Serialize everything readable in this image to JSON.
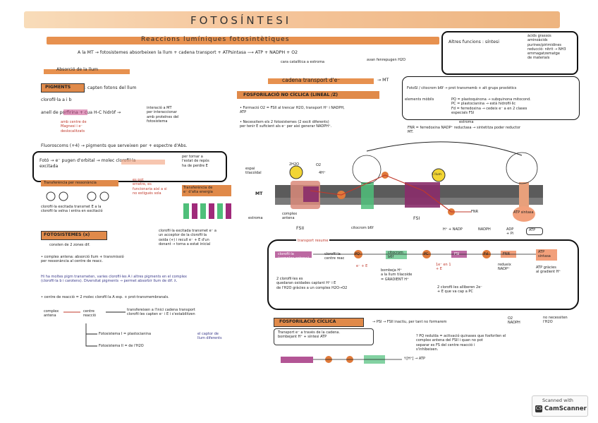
{
  "page": {
    "title": "FOTOSÍNTESI",
    "banner": "Reaccions lumíniques fotosintètiques",
    "intro": "A la MT → fotosistemes absorbeixen la llum + cadena transport + ATPsintasa ⟶ ATP + NADPH + O2",
    "intro_sub": "cara catalítica a estroma",
    "intro_sub2": "avan fenrepugen H2O"
  },
  "colors": {
    "orange": "#e08a4a",
    "pink": "#c8498a",
    "magenta": "#a02a7a",
    "salmon": "#f2a07b",
    "green": "#4fbf7a",
    "yellow": "#f2d534",
    "membrane": "#555555"
  },
  "left": {
    "absorcio_title": "Absorció de la llum",
    "pigments_label": "PIGMENTS",
    "pigments_def": ": capten fotons del llum",
    "clorofila": "clorofil·la a i b",
    "anell": "anell de porfirina + cua H-C hidròf →",
    "anell_sub": "amb centre de\nMagnesi i e⁻\ndeslocalitzats",
    "interaccio": "interació a MT\nper interaccionar\namb proteïnes del\nfotosistema",
    "fluoroscoms": "Fluoroscoms (+4) → pigments que serveixen per + espectre d'Abs.",
    "foto_box": "Fotó → e⁻ pugen d'orbital → molec clorofil·la\nexcitada",
    "foto_box2": "per tornar a\nl'estat de repòs\nha de perdre E",
    "es_pot": "es pot\nemetre, es\nfuncionaria així a si\nno estigués sola",
    "transf_resonancia": "Transferència per ressonància",
    "transf_resonancia_sub": "clorofil·la excitada transmet E a la\nclorofil·la veïna i entra en excitació",
    "transf_electro": "Transferència de\ne⁻ d'alta energia",
    "transf_electro_sub": "clorofil·la excitada transmet e⁻ a\nun acceptor de la clorofil·la\noxida (+) i recull e⁻ + E d'un\ndonant  → torna a estat inicial",
    "fotosistemes_title": "FOTOSISTEMES (x)",
    "fotosistemes_sub": "consten de 2 zones dif.",
    "complex_antena": "• complex antena: absorció llum + transmissió\n  per ressonància al centre de reacc.",
    "complex_detail": "Hi ha moltes pigm transmeten, varies clorofil·les A i altres pigments en el complex\n(clorofil·la b i carotens). Diversitat pigments → permet absorbir llum de dif. λ.",
    "centre_reaccio": "• centre de reacció = 2 molec clorofil·la A esp. + prot-transmembranals.",
    "complex_antena2": "complex\nantena",
    "centre_reaccio2": "centre\nreacció",
    "transfereixen": "transfereixen a l'inici cadena transport\nclorofil·les capten e⁻ i E i s'estabilitzen",
    "fotosistema1": "Fotosistema I = plastocianina",
    "fotosistema2": "Fotosistema II = de l'H2O",
    "captors": "el captor de\nllum diferents"
  },
  "mid": {
    "cadena_title": "cadena transport d'e⁻",
    "cadena_mt": "→ MT",
    "fosforilacio_title": "FOSFORILACIÓ NO CÍCLICA (LINEAL /Z)",
    "formacio": "• Formació O2 = FSII al trencar H2O, transport H⁺ i NADPH,\n  ATP",
    "necessitem": "• Necessitem els 2 fotosistemes (2 excit diferents)\n  per tenir E suficient als e⁻ per aixi generar NADPH⁺.",
    "espai_tilac": "espai\ntilacoïdal",
    "mt_label": "MT",
    "estroma": "estroma",
    "complex_antena": "complex\nantena",
    "fsii": "FSII",
    "citocrom": "citocrom b6f",
    "fsi": "FSI",
    "atp_sintasa": "ATP sintasa",
    "fnr": "FNR",
    "h2o": "2H2O",
    "o2": "O2",
    "four_h": "4H⁺",
    "e_llum": "E llum",
    "nadp": "H⁺ + NADP",
    "nadph": "NADPH",
    "adp": "ADP\n+ Pi",
    "atp": "ATP"
  },
  "right": {
    "altres_funcions": "Altres funcions : síntesi",
    "altres_list": "àcids grassos\naminoàcids\npurines/pirimidines\nreducció: nitrit → NH3\nemmagatzematge\nde materials",
    "fotosi_row": "FotoSI / citocrom b6f → prot transmemb + alt grups prostètics",
    "elements_mobils": "elements mòbils",
    "mobils_list": "PQ = plastoquinona → subquinona mitocond.\nPC = plastocianina → està hidrofil·lic\nFd = ferredoxina → cedeix e⁻ a en 2 clases\n       especials FSI",
    "fnr_line": "FNR = ferredoxina NADP⁺ reductasa → sintetitza poder reductor\n                                               MT.",
    "estroma": "estroma"
  },
  "bottom": {
    "transport_resume": "transport resume",
    "chain_start": "clorofil·la\n(complex antena)",
    "clorofil_centre": "clorofil·la\ncentre reac",
    "pq": "PQ",
    "citocrom": "citocrom\nb6f",
    "pc": "PC",
    "fsi": "FSI",
    "fd": "Fd",
    "fnr": "FNR",
    "atp_sintasa": "ATP\nsintasa",
    "e_prob": "e⁻ + E",
    "bombeja": "bombeja H⁺\na la llum tilacoide\n= GRADIENT H⁺",
    "e_ceto": "1e⁻ en 1\n+ E",
    "redueix": "redueix\nNADP⁺",
    "atp_gracies": "ATP gràcies\nal gradient H⁺",
    "clorofilles_text": "2 clorofil·les es\nquedaran oxidades captant H⁺ i E\nde l'H2O gràcies a un complex H2O→O2",
    "clorofilles2": "2 clorofil·les alliberen 2e⁻\n+ E que va cap a PC",
    "ciclica_title": "FOSFORILACIÓ CÍCLICA",
    "ciclica_box": "Transport e⁻ a través de la cadena.\nbombejant H⁺ + síntesi ATP",
    "ciclica_right": "→ PSI → FSII inactiu, per tant no formarem",
    "ciclica_right2": "O2\nNADPH",
    "ciclica_right3": "no necessiten\nl'H2O",
    "pq_reduida": "? PQ reduïda = activació quinases que fosforilen el\n  complex antena del FSII i quan no pot\n  separar es FS del centre reacció i\n  s'inhibeixen.",
    "ciclica_chain_end": "↑[H⁺] → ATP",
    "scanned": "Scanned with",
    "camscanner": "CamScanner"
  }
}
